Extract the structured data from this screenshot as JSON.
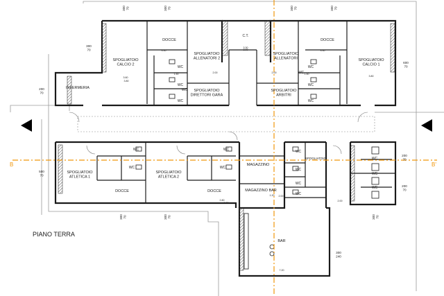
{
  "plan": {
    "title": "PIANO TERRA",
    "section_marks": {
      "left": "B",
      "right": "B'"
    },
    "colors": {
      "wall": "#1a1a1a",
      "section_line": "#f0960a",
      "hatch": "#555555",
      "site_line": "#9a9a9a"
    }
  },
  "rooms": [
    {
      "id": "ct",
      "lines": [
        "C.T."
      ]
    },
    {
      "id": "docce-top-left",
      "lines": [
        "DOCCE"
      ]
    },
    {
      "id": "docce-top-right",
      "lines": [
        "DOCCE"
      ]
    },
    {
      "id": "spogliatoio-calcio-2",
      "lines": [
        "SPOGLIATOIO",
        "CALCIO 2"
      ]
    },
    {
      "id": "spogliatoio-allenatori-2",
      "lines": [
        "SPOGLIATOIO",
        "ALLENATORI 2"
      ]
    },
    {
      "id": "spogliatoio-allenatori-1",
      "lines": [
        "SPOGLIATOIO",
        "ALLENATORI"
      ]
    },
    {
      "id": "spogliatoio-calcio-1",
      "lines": [
        "SPOGLIATOIO",
        "CALCIO 1"
      ]
    },
    {
      "id": "spogliatoio-direttori-gara",
      "lines": [
        "SPOGLIATOIO",
        "DIRETTORI GARA"
      ]
    },
    {
      "id": "spogliatoio-arbitri",
      "lines": [
        "SPOGLIATOIO",
        "ARBITRI"
      ]
    },
    {
      "id": "infermeria",
      "lines": [
        "INFERMERIA"
      ]
    },
    {
      "id": "spogliatoio-atletica-1",
      "lines": [
        "SPOGLIATOIO",
        "ATLETICA 1"
      ]
    },
    {
      "id": "spogliatoio-atletica-2",
      "lines": [
        "SPOGLIATOIO",
        "ATLETICA 2"
      ]
    },
    {
      "id": "docce-bottom-left",
      "lines": [
        "DOCCE"
      ]
    },
    {
      "id": "docce-bottom-right",
      "lines": [
        "DOCCE"
      ]
    },
    {
      "id": "magazzino",
      "lines": [
        "MAGAZZINO"
      ]
    },
    {
      "id": "magazzino-bar",
      "lines": [
        "MAGAZZINO BAR"
      ]
    },
    {
      "id": "bar",
      "lines": [
        "BAR"
      ]
    },
    {
      "id": "spogliatoio-bar",
      "lines": [
        "SPOGLIATOIO"
      ]
    },
    {
      "id": "wc-1",
      "lines": [
        "WC"
      ]
    },
    {
      "id": "wc-2",
      "lines": [
        "WC"
      ]
    },
    {
      "id": "wc-3",
      "lines": [
        "WC"
      ]
    },
    {
      "id": "wc-4",
      "lines": [
        "WC"
      ]
    },
    {
      "id": "wc-5",
      "lines": [
        "WC"
      ]
    },
    {
      "id": "wc-6",
      "lines": [
        "WC"
      ]
    },
    {
      "id": "wc-7",
      "lines": [
        "WC"
      ]
    },
    {
      "id": "wc-8",
      "lines": [
        "WC"
      ]
    },
    {
      "id": "wc-9",
      "lines": [
        "WC"
      ]
    },
    {
      "id": "wc-10",
      "lines": [
        "WC"
      ]
    },
    {
      "id": "wc-11",
      "lines": [
        "WC"
      ]
    },
    {
      "id": "wc-12",
      "lines": [
        "WC"
      ]
    },
    {
      "id": "wc-13",
      "lines": [
        "WC"
      ]
    },
    {
      "id": "wc-14",
      "lines": [
        "WC"
      ]
    },
    {
      "id": "wc-15",
      "lines": [
        "WC"
      ]
    },
    {
      "id": "wc-16",
      "lines": [
        "WC"
      ]
    },
    {
      "id": "wc-17",
      "lines": [
        "WC"
      ]
    },
    {
      "id": "wc-18",
      "lines": [
        "WC"
      ]
    },
    {
      "id": "wc-19",
      "lines": [
        "WC"
      ]
    }
  ],
  "dimensions": [
    {
      "id": "d-300-70-top-a",
      "text": "300 / 70"
    },
    {
      "id": "d-300-70-top-b",
      "text": "300 / 70"
    },
    {
      "id": "d-300-70-top-c",
      "text": "300 / 70"
    },
    {
      "id": "d-300-70-top-d",
      "text": "300 / 70"
    },
    {
      "id": "d-300-70-left-a",
      "text": "300 / 70"
    },
    {
      "id": "d-200-70-left",
      "text": "200 / 70"
    },
    {
      "id": "d-600-70-right",
      "text": "600 / 70"
    },
    {
      "id": "d-500-70-left",
      "text": "500 / 70"
    },
    {
      "id": "d-200-70-right-a",
      "text": "200 / 70"
    },
    {
      "id": "d-200-70-right-b",
      "text": "200 / 70"
    },
    {
      "id": "d-300-70-bottom-a",
      "text": "300 / 70"
    },
    {
      "id": "d-300-70-bottom-b",
      "text": "300 / 70"
    },
    {
      "id": "d-300-70-bottom-c",
      "text": "300 / 70"
    },
    {
      "id": "d-300-240-bar",
      "text": "300 / 240"
    },
    {
      "id": "d-330-a",
      "text": "3.30"
    },
    {
      "id": "d-330-b",
      "text": "3.30"
    },
    {
      "id": "d-330-c",
      "text": "3.30"
    },
    {
      "id": "d-360",
      "text": "3.60"
    },
    {
      "id": "d-300-ct",
      "text": "3.00"
    },
    {
      "id": "d-200-a",
      "text": "2.00"
    },
    {
      "id": "d-200-b",
      "text": "2.00"
    },
    {
      "id": "d-200-c",
      "text": "2.00"
    },
    {
      "id": "d-200-d",
      "text": "2.00"
    },
    {
      "id": "d-150-a",
      "text": "1.50"
    },
    {
      "id": "d-150-b",
      "text": "1.50"
    },
    {
      "id": "d-380-a",
      "text": "3.80"
    },
    {
      "id": "d-380-b",
      "text": "3.80"
    },
    {
      "id": "d-120-a",
      "text": "1.20"
    },
    {
      "id": "d-120-b",
      "text": "1.20"
    },
    {
      "id": "d-720",
      "text": "7.20"
    },
    {
      "id": "d-280",
      "text": "2.80"
    }
  ]
}
